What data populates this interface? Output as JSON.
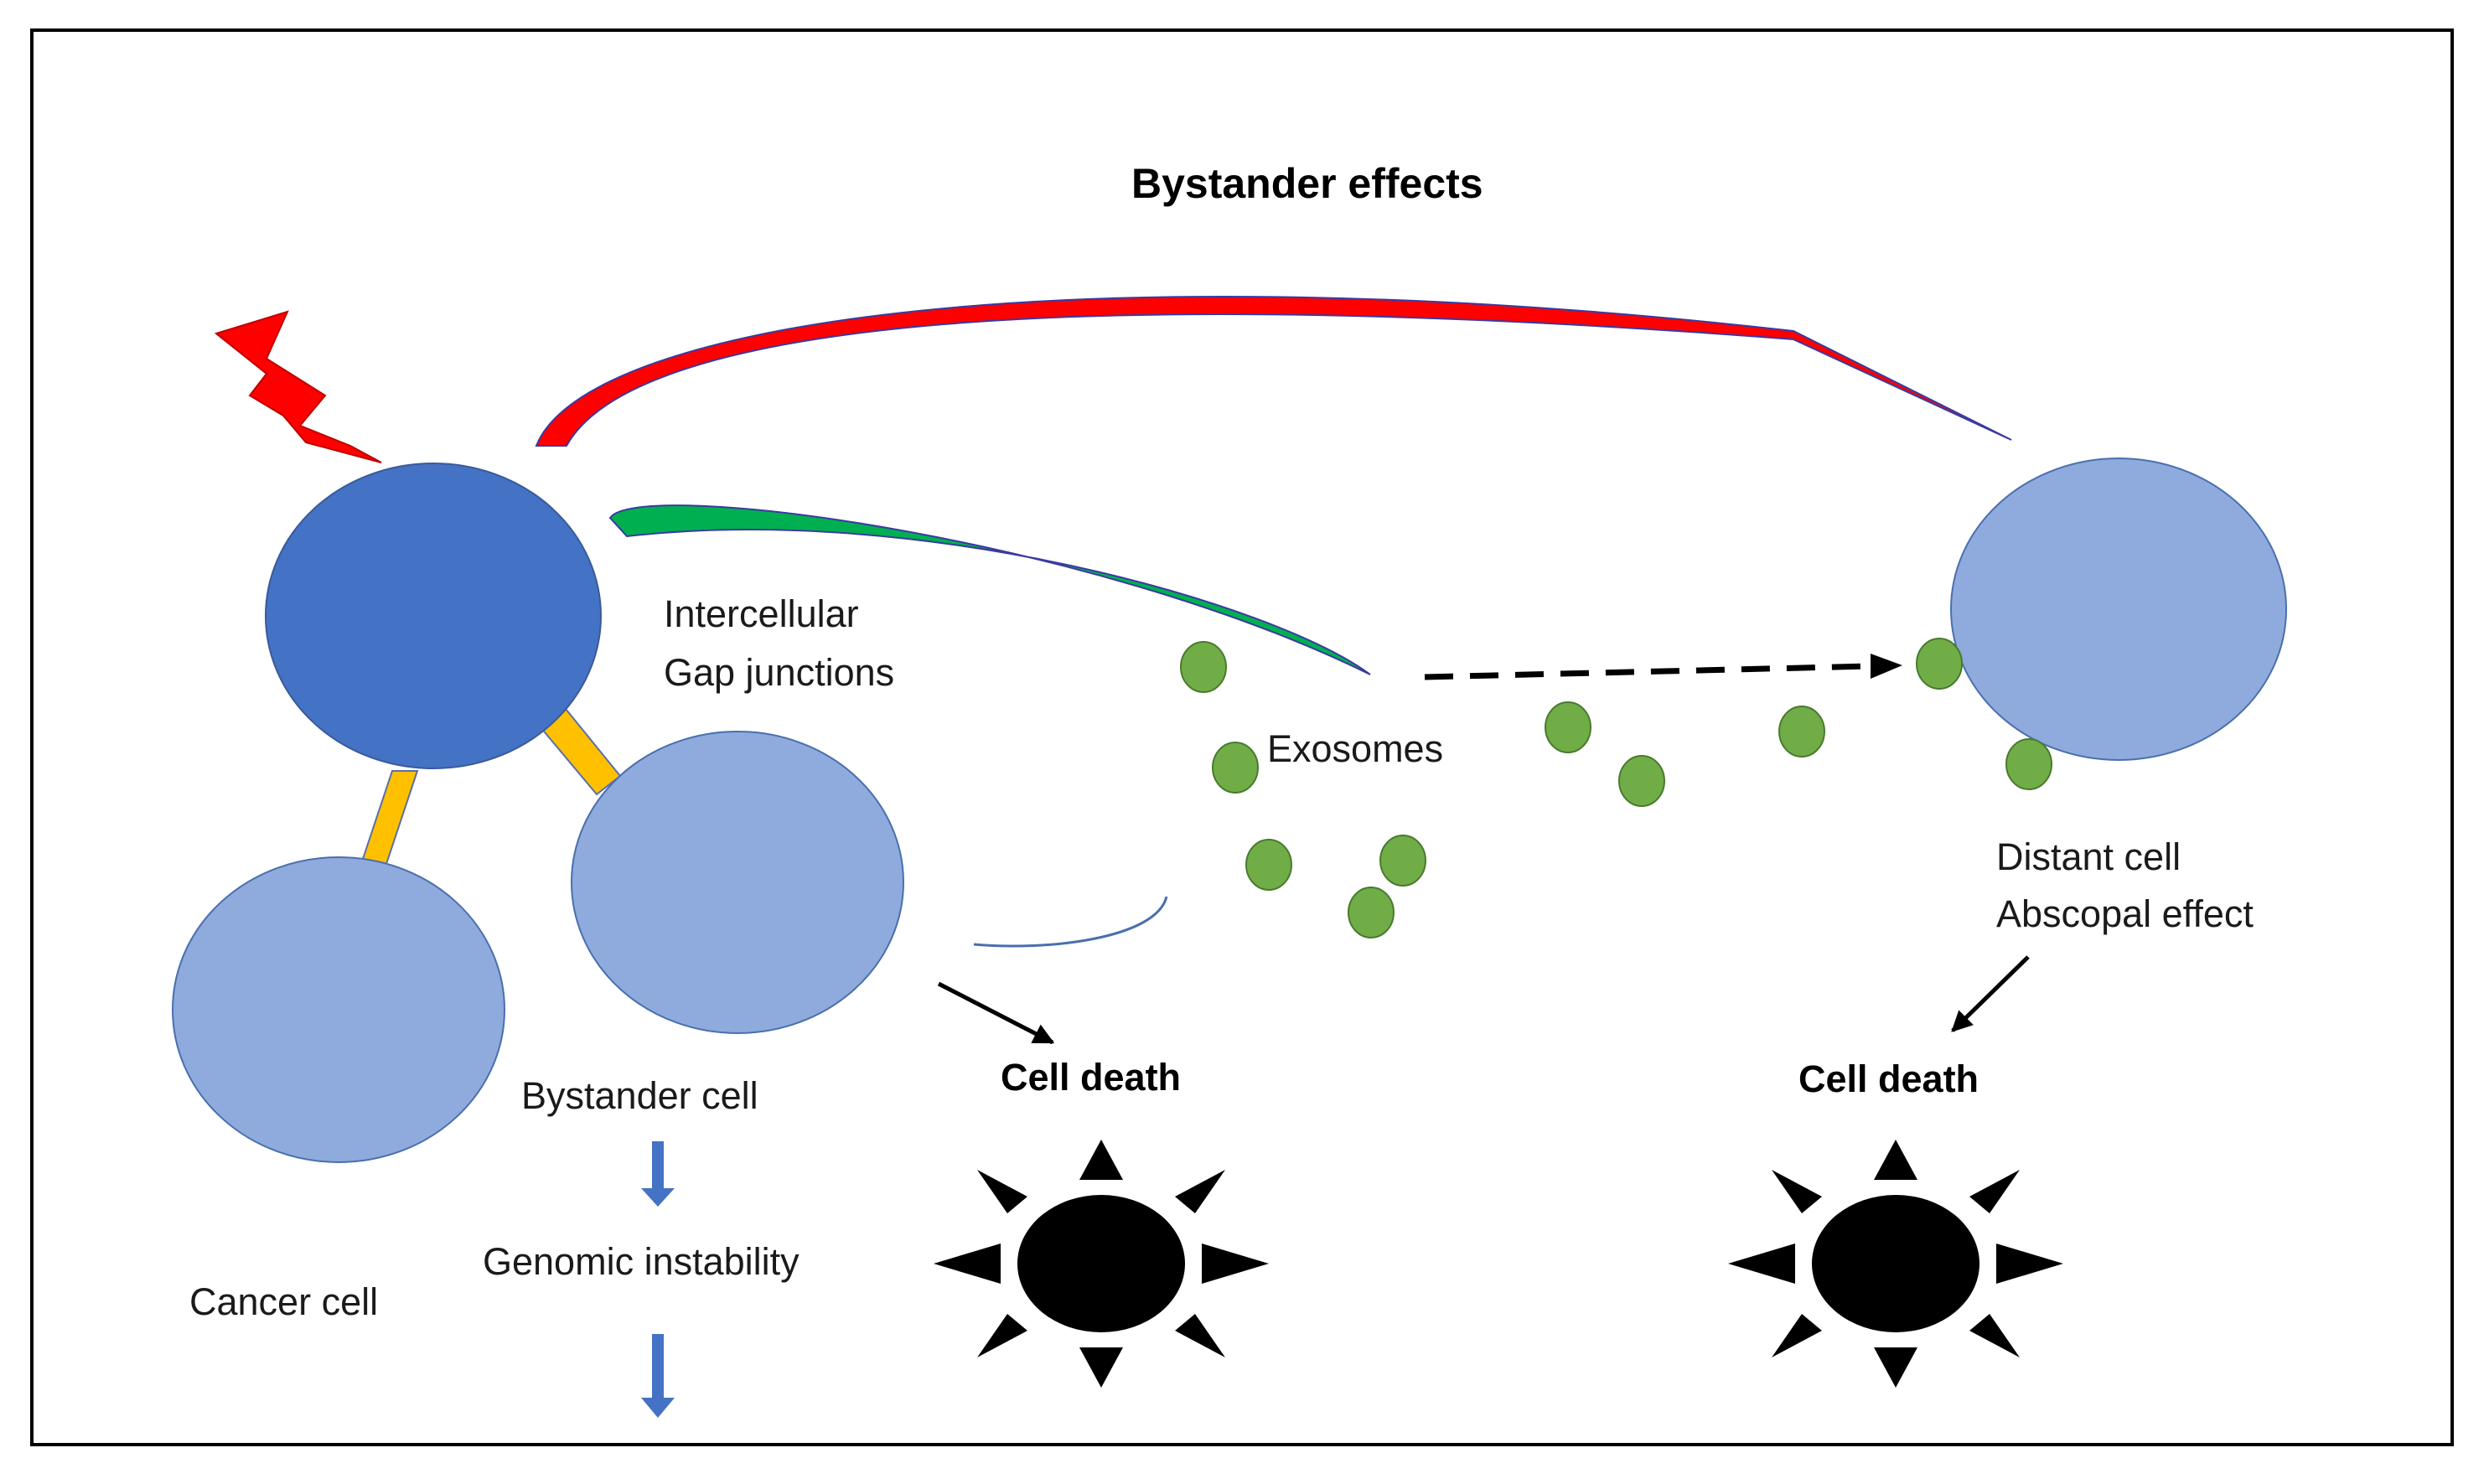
{
  "title": "Bystander effects",
  "labels": {
    "intercellular": "Intercellular",
    "gap_junctions": "Gap junctions",
    "exosomes": "Exosomes",
    "distant_cell": "Distant cell",
    "abscopal_effect": "Abscopal effect",
    "bystander_cell": "Bystander cell",
    "genomic_instability": "Genomic instability",
    "cancer_cell": "Cancer cell",
    "cell_death_left": "Cell death",
    "cell_death_right": "Cell death"
  },
  "colors": {
    "irradiated_cell": "#4472C4",
    "bystander_cell": "#8FAADC",
    "red_signal": "#FF0000",
    "green_signal": "#00B050",
    "exosome": "#70AD47",
    "gap_junction": "#FFC000",
    "down_arrow": "#4472C4",
    "dead_cell": "#000000"
  },
  "icons": [
    "lightning-bolt-icon",
    "dead-cell-sun-icon",
    "down-arrow-icon"
  ]
}
